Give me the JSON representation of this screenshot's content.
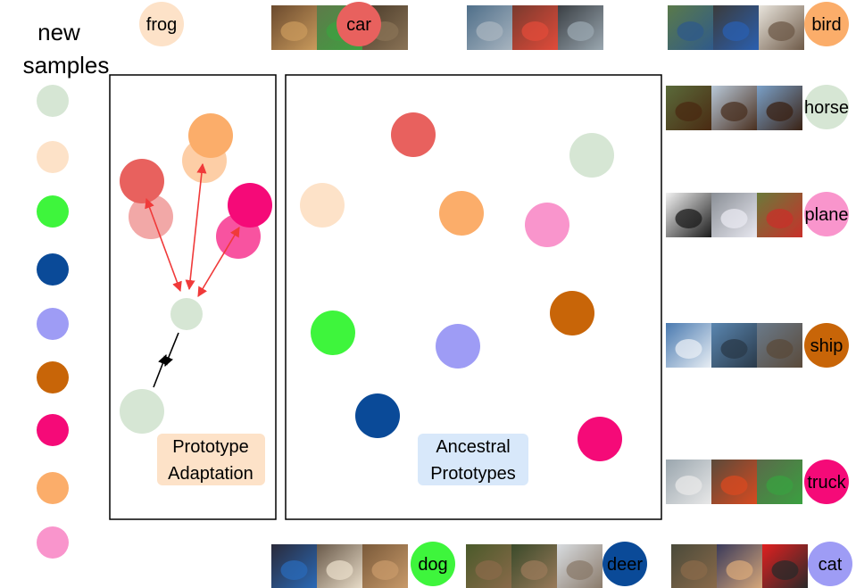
{
  "title_lines": [
    "new",
    "samples"
  ],
  "panels": {
    "adaptation": [
      "Prototype",
      "Adaptation"
    ],
    "ancestral": [
      "Ancestral",
      "Prototypes"
    ]
  },
  "colors": {
    "frog": "#FDE2C8",
    "car": "#E8615E",
    "bird": "#FBAD6A",
    "horse": "#D6E6D4",
    "plane": "#F995CC",
    "ship": "#C86508",
    "truck": "#F50A78",
    "dog": "#3EF53C",
    "deer": "#0A4A98",
    "cat": "#9E9CF5",
    "adaptation_label_bg": "#FDE2C8",
    "ancestral_label_bg": "#D8E8FA",
    "arrow_red": "#F03A3A",
    "arrow_black": "#000000"
  },
  "new_samples": [
    "horse",
    "frog",
    "dog",
    "deer",
    "cat",
    "ship",
    "truck",
    "bird",
    "plane"
  ],
  "class_labels": [
    {
      "key": "frog",
      "text": "frog",
      "thumbs": [
        "frog-photo-1",
        "frog-photo-2",
        "frog-photo-3"
      ]
    },
    {
      "key": "car",
      "text": "car",
      "thumbs": [
        "car-photo-1",
        "car-photo-2",
        "car-photo-3"
      ]
    },
    {
      "key": "bird",
      "text": "bird",
      "thumbs": [
        "bird-photo-1",
        "bird-photo-2",
        "bird-photo-3"
      ]
    },
    {
      "key": "horse",
      "text": "horse",
      "thumbs": [
        "horse-photo-1",
        "horse-photo-2",
        "horse-photo-3"
      ]
    },
    {
      "key": "plane",
      "text": "plane",
      "thumbs": [
        "plane-photo-1",
        "plane-photo-2",
        "plane-photo-3"
      ]
    },
    {
      "key": "ship",
      "text": "ship",
      "thumbs": [
        "ship-photo-1",
        "ship-photo-2",
        "ship-photo-3"
      ]
    },
    {
      "key": "truck",
      "text": "truck",
      "thumbs": [
        "truck-photo-1",
        "truck-photo-2",
        "truck-photo-3"
      ]
    },
    {
      "key": "dog",
      "text": "dog",
      "thumbs": [
        "dog-photo-1",
        "dog-photo-2",
        "dog-photo-3"
      ]
    },
    {
      "key": "deer",
      "text": "deer",
      "thumbs": [
        "deer-photo-1",
        "deer-photo-2",
        "deer-photo-3"
      ]
    },
    {
      "key": "cat",
      "text": "cat",
      "thumbs": [
        "cat-photo-1",
        "cat-photo-2",
        "cat-photo-3"
      ]
    }
  ],
  "ancestral_prototypes": [
    "car",
    "horse",
    "frog",
    "bird",
    "plane",
    "ship",
    "dog",
    "cat",
    "deer",
    "truck"
  ]
}
